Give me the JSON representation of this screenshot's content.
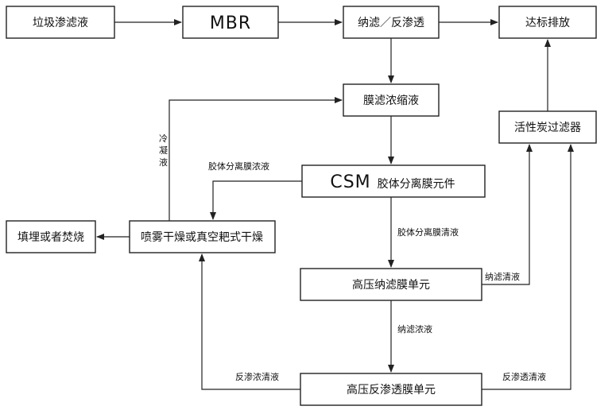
{
  "nodes": {
    "leachate": "垃圾渗滤液",
    "mbr": "MBR",
    "nf_ro": "纳滤／反渗透",
    "discharge": "达标排放",
    "membrane_concentrate": "膜滤浓缩液",
    "carbon_filter": "活性炭过滤器",
    "csm_prefix": "CSM",
    "csm_suffix": "胶体分离膜元件",
    "landfill": "填埋或者焚烧",
    "dryer": "喷雾干燥或真空耙式干燥",
    "hp_nf": "高压纳滤膜单元",
    "hp_ro": "高压反渗透膜单元"
  },
  "edges": {
    "condensate": "冷凝液",
    "colloid_concentrate": "胶体分离膜浓液",
    "colloid_permeate": "胶体分离膜清液",
    "nf_permeate": "纳滤清液",
    "nf_concentrate": "纳滤浓液",
    "ro_concentrate": "反渗浓清液",
    "ro_permeate": "反渗透清液"
  }
}
